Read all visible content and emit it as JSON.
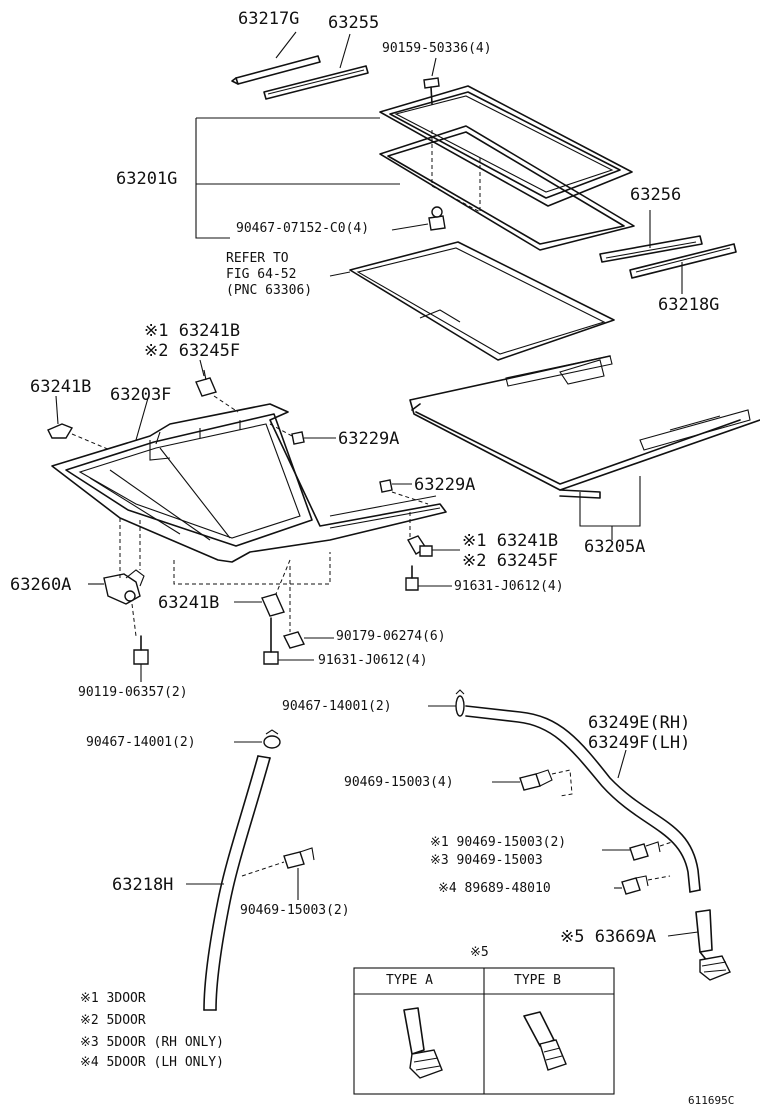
{
  "labels": {
    "p63217G": "63217G",
    "p63255": "63255",
    "p90159": "90159-50336(4)",
    "p63201G": "63201G",
    "p90467_07152": "90467-07152-C0(4)",
    "p63256": "63256",
    "p63218G": "63218G",
    "refer1": "REFER TO",
    "refer2": "FIG 64-52",
    "refer3": "(PNC 63306)",
    "m1_63241B": "※1 63241B",
    "m2_63245F": "※2 63245F",
    "p63241B_left": "63241B",
    "p63203F": "63203F",
    "p63229A_1": "63229A",
    "p63229A_2": "63229A",
    "m1_63241B_r": "※1 63241B",
    "m2_63245F_r": "※2 63245F",
    "p63205A": "63205A",
    "p63260A": "63260A",
    "p63241B_mid": "63241B",
    "p91631_a": "91631-J0612(4)",
    "p90179": "90179-06274(6)",
    "p91631_b": "91631-J0612(4)",
    "p90119": "90119-06357(2)",
    "p90467_14001_a": "90467-14001(2)",
    "p63249E": "63249E(RH)",
    "p63249F": "63249F(LH)",
    "p90467_14001_b": "90467-14001(2)",
    "p90469_a": "90469-15003(4)",
    "m1_90469": "※1 90469-15003(2)",
    "m3_90469": "※3 90469-15003",
    "p63218H": "63218H",
    "m4_89689": "※4  89689-48010",
    "p90469_b": "90469-15003(2)",
    "m5_63669A": "※5 63669A",
    "m5_header": "※5",
    "typeA": "TYPE A",
    "typeB": "TYPE B",
    "note1": "※1 3DOOR",
    "note2": "※2 5DOOR",
    "note3": "※3 5DOOR (RH ONLY)",
    "note4": "※4 5DOOR (LH ONLY)",
    "figno": "611695C"
  }
}
